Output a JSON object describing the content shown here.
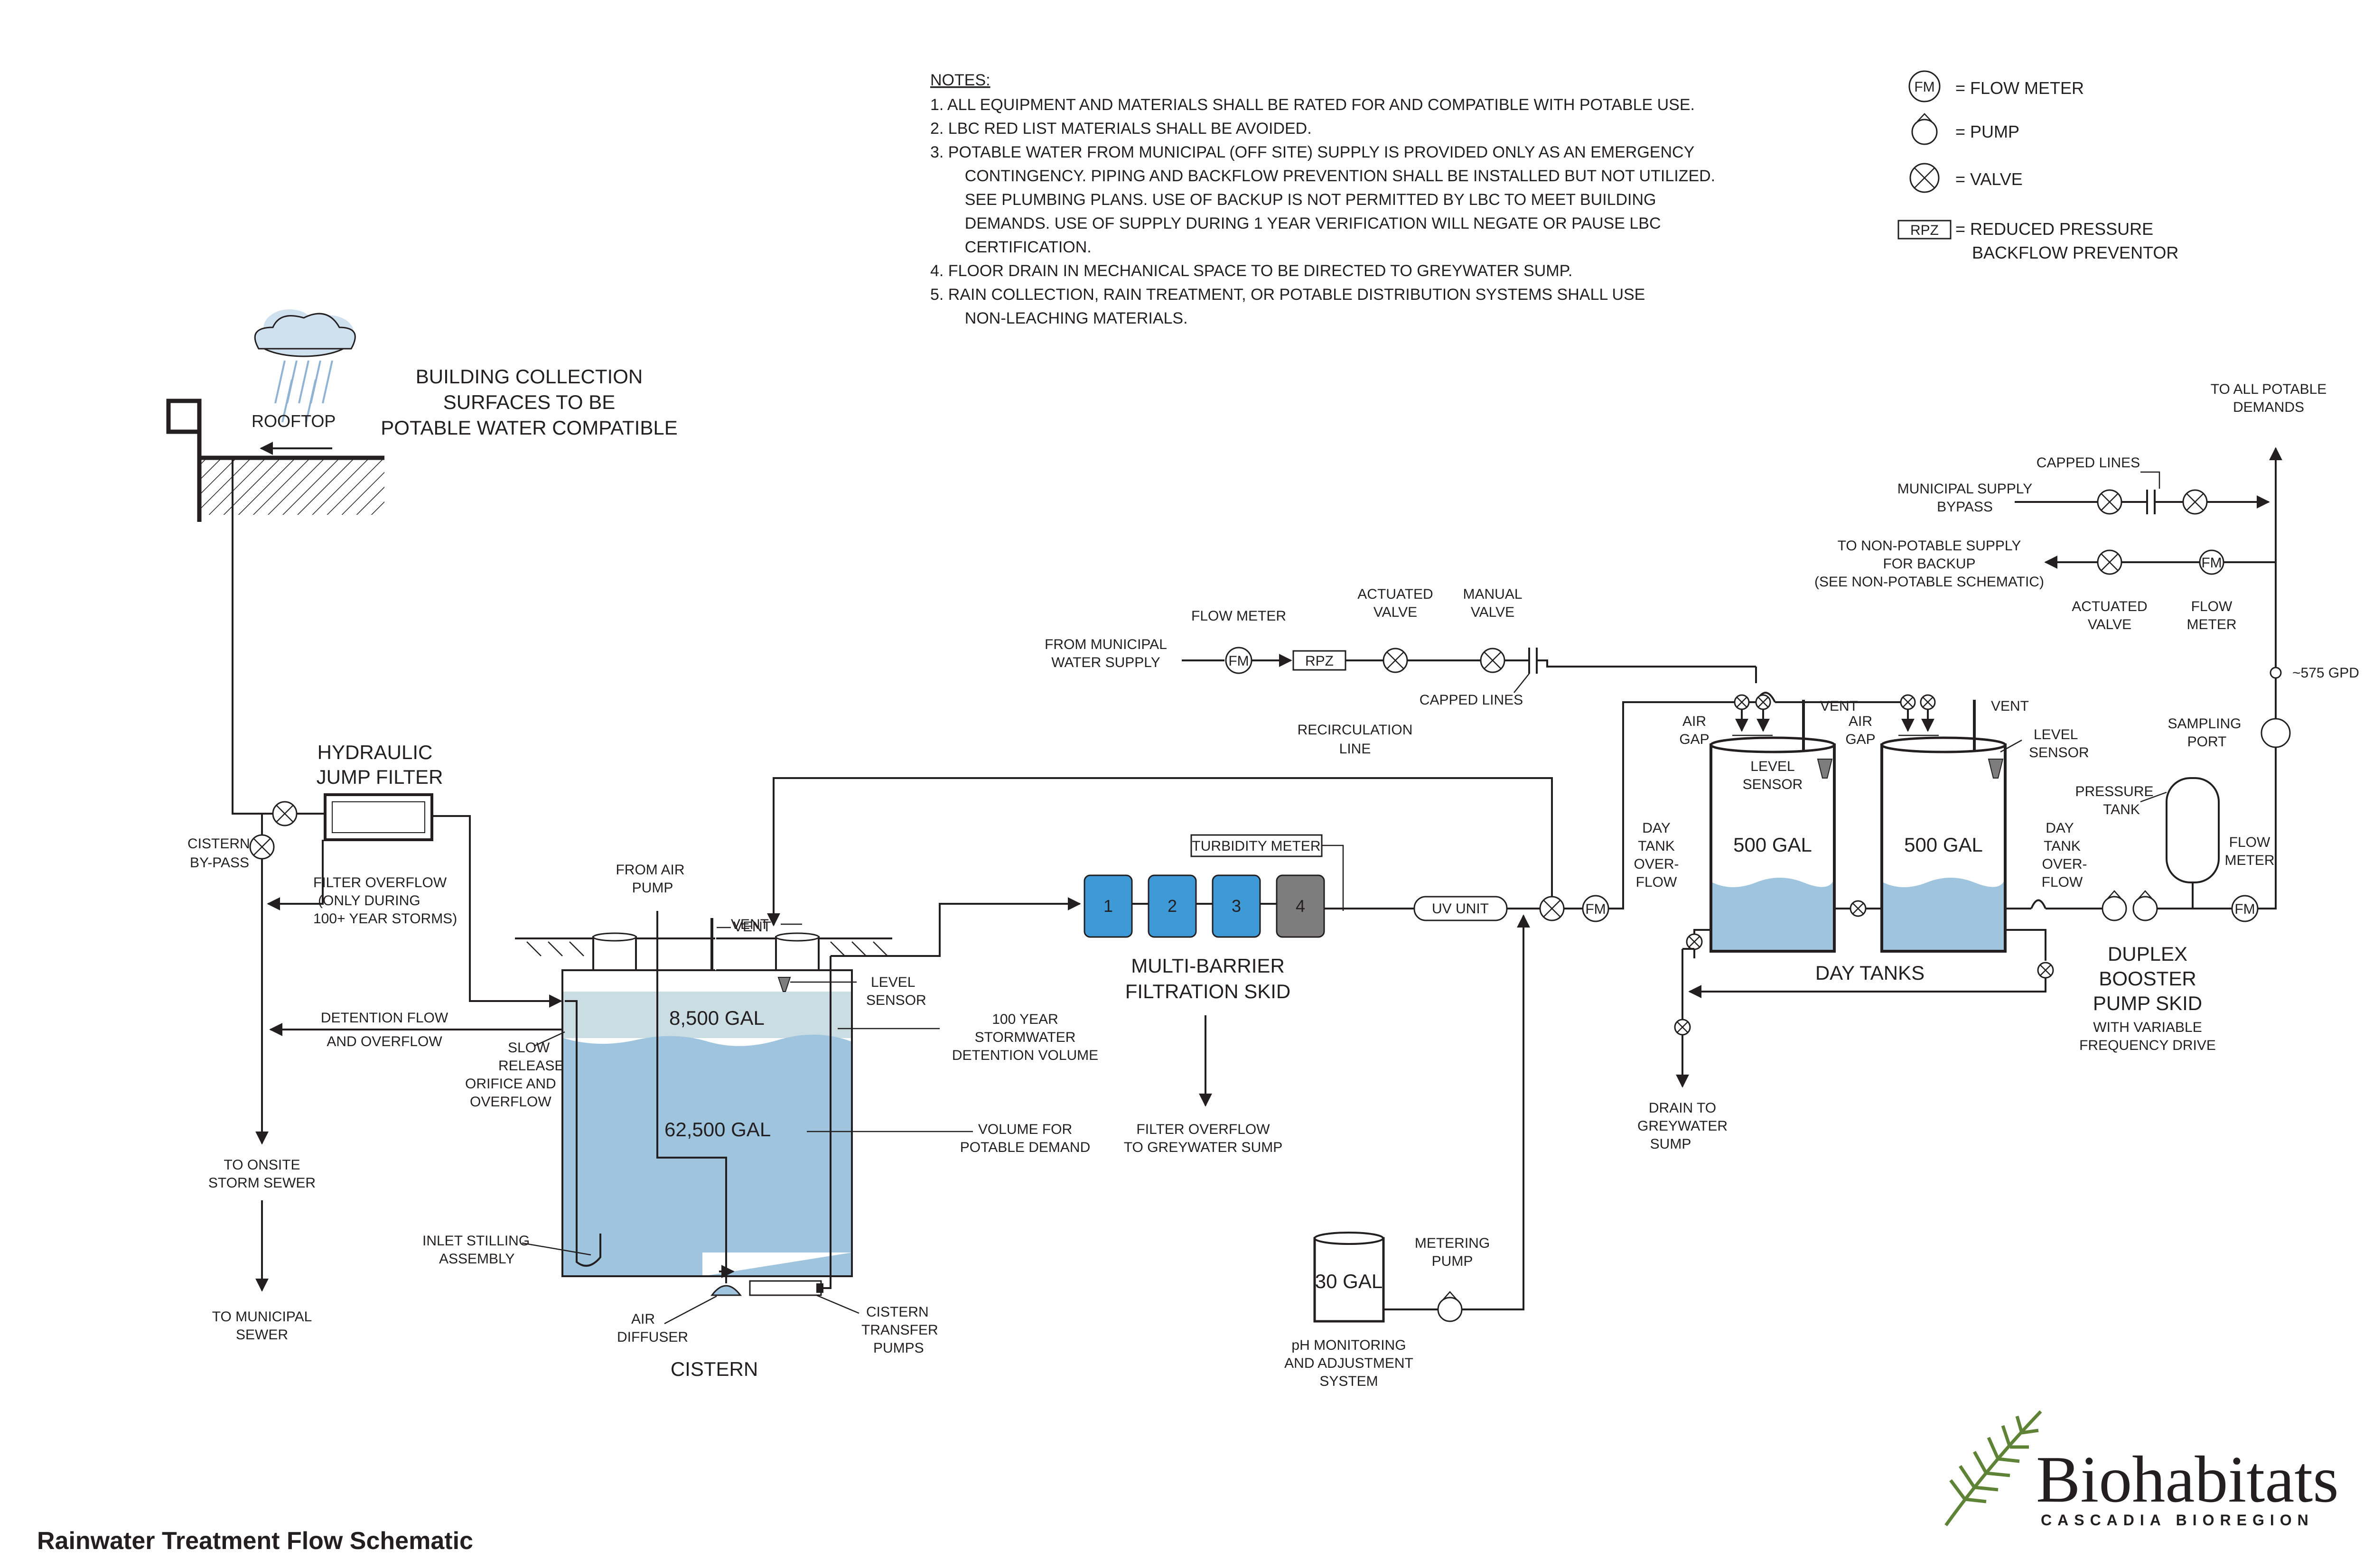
{
  "title": "Rainwater Treatment Flow Schematic",
  "logo": {
    "name": "Biohabitats",
    "sub": "CASCADIA BIOREGION"
  },
  "notes": {
    "heading": "NOTES:",
    "lines": [
      "1. ALL EQUIPMENT AND MATERIALS SHALL BE RATED FOR AND COMPATIBLE WITH POTABLE USE.",
      "2. LBC RED LIST MATERIALS SHALL BE AVOIDED.",
      "3. POTABLE WATER FROM MUNICIPAL (OFF SITE) SUPPLY IS PROVIDED ONLY AS AN EMERGENCY",
      "    CONTINGENCY. PIPING AND BACKFLOW PREVENTION SHALL BE INSTALLED BUT NOT UTILIZED.",
      "    SEE PLUMBING PLANS. USE OF BACKUP IS NOT PERMITTED BY LBC TO MEET BUILDING",
      "    DEMANDS. USE OF SUPPLY DURING 1 YEAR VERIFICATION WILL NEGATE OR PAUSE LBC",
      "    CERTIFICATION.",
      "4. FLOOR DRAIN IN MECHANICAL SPACE TO BE DIRECTED TO GREYWATER SUMP.",
      "5. RAIN COLLECTION, RAIN TREATMENT, OR POTABLE DISTRIBUTION SYSTEMS SHALL USE",
      "    NON-LEACHING MATERIALS."
    ]
  },
  "legend": {
    "fm_symbol": "FM",
    "fm_label": "= FLOW METER",
    "pump_label": "= PUMP",
    "valve_label": "=  VALVE",
    "rpz_symbol": "RPZ",
    "rpz_label1": "= REDUCED PRESSURE",
    "rpz_label2": "BACKFLOW PREVENTOR"
  },
  "labels": {
    "building1": "BUILDING COLLECTION",
    "building2": "SURFACES TO BE",
    "building3": "POTABLE WATER COMPATIBLE",
    "rooftop": "ROOFTOP",
    "hjf1": "HYDRAULIC",
    "hjf2": "JUMP FILTER",
    "bypass1": "CISTERN",
    "bypass2": "BY-PASS",
    "fo1": "FILTER OVERFLOW",
    "fo2": "(ONLY DURING",
    "fo3": "100+ YEAR STORMS)",
    "fap1": "FROM AIR",
    "fap2": "PUMP",
    "vent": "VENT",
    "level1": "LEVEL",
    "level2": "SENSOR",
    "vol1": "8,500 GAL",
    "vol2": "62,500 GAL",
    "storm1": "100 YEAR",
    "storm2": "STORMWATER",
    "storm3": "DETENTION VOLUME",
    "vpd1": "VOLUME FOR",
    "vpd2": "POTABLE DEMAND",
    "det1": "DETENTION FLOW",
    "det2": "AND OVERFLOW",
    "slow1": "SLOW",
    "slow2": "RELEASE",
    "slow3": "ORIFICE AND",
    "slow4": "OVERFLOW",
    "tos1": "TO ONSITE",
    "tos2": "STORM SEWER",
    "inlet1": "INLET STILLING",
    "inlet2": "ASSEMBLY",
    "tms1": "TO MUNICIPAL",
    "tms2": "SEWER",
    "diff1": "AIR",
    "diff2": "DIFFUSER",
    "cistern": "CISTERN",
    "ctp1": "CISTERN",
    "ctp2": "TRANSFER",
    "ctp3": "PUMPS",
    "recirc1": "RECIRCULATION",
    "recirc2": "LINE",
    "turb": "TURBIDITY METER",
    "f1": "1",
    "f2": "2",
    "f3": "3",
    "f4": "4",
    "mbf1": "MULTI-BARRIER",
    "mbf2": "FILTRATION SKID",
    "fog1": "FILTER OVERFLOW",
    "fog2": "TO GREYWATER SUMP",
    "uv": "UV UNIT",
    "fmw1": "FROM MUNICIPAL",
    "fmw2": "WATER SUPPLY",
    "flowmeter1": "FLOW METER",
    "rpz": "RPZ",
    "act1": "ACTUATED",
    "act2": "VALVE",
    "man1": "MANUAL",
    "man2": "VALVE",
    "capped": "CAPPED LINES",
    "airgap1": "AIR",
    "airgap2": "GAP",
    "ls1": "LEVEL",
    "ls2": "SENSOR",
    "g500": "500 GAL",
    "dto1": "DAY",
    "dto2": "TANK",
    "dto3": "OVER-",
    "dto4": "FLOW",
    "daytanks": "DAY TANKS",
    "drain1": "DRAIN TO",
    "drain2": "GREYWATER",
    "drain3": "SUMP",
    "fm": "FM",
    "g30": "30 GAL",
    "mp1": "METERING",
    "mp2": "PUMP",
    "ph1": "pH MONITORING",
    "ph2": "AND ADJUSTMENT",
    "ph3": "SYSTEM",
    "tap1": "TO ALL POTABLE",
    "tap2": "DEMANDS",
    "msb1": "MUNICIPAL SUPPLY",
    "msb2": "BYPASS",
    "tnp1": "TO NON-POTABLE SUPPLY",
    "tnp2": "FOR BACKUP",
    "tnp3": "(SEE NON-POTABLE SCHEMATIC)",
    "fl1": "FLOW",
    "fl2": "METER",
    "gpd": "~575 GPD",
    "sp1": "SAMPLING",
    "sp2": "PORT",
    "pt1": "PRESSURE",
    "pt2": "TANK",
    "fm2a": "FLOW",
    "fm2b": "METER",
    "dbp1": "DUPLEX",
    "dbp2": "BOOSTER",
    "dbp3": "PUMP SKID",
    "vfd1": "WITH VARIABLE",
    "vfd2": "FREQUENCY DRIVE"
  },
  "colors": {
    "line": "#231f20",
    "water": "#9fc5de",
    "water_light": "#c9dde2",
    "filter_blue": "#3d9ad7",
    "filter_grey": "#7d7d7d",
    "cloud": "#cfe0ee",
    "logo_green": "#5e8236",
    "logo_grey": "#7a7a7a"
  }
}
